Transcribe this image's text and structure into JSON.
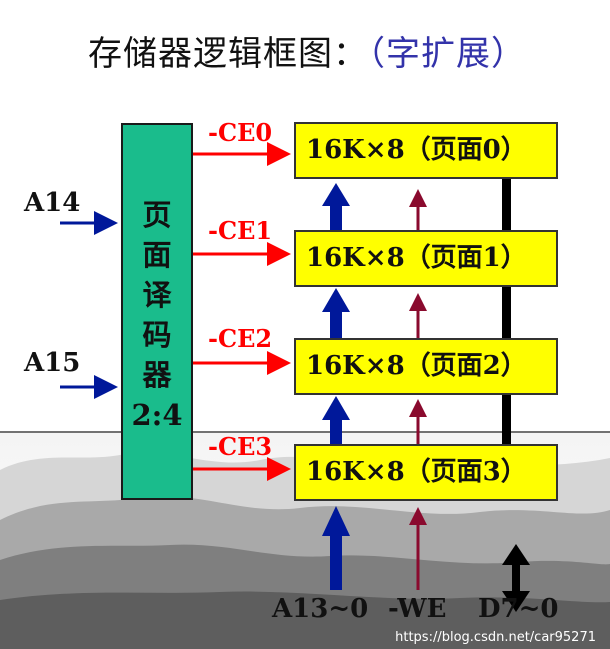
{
  "title": {
    "main": "存储器逻辑框图：",
    "accent": "（字扩展）"
  },
  "decoder": {
    "chars": [
      "页",
      "面",
      "译",
      "码",
      "器"
    ],
    "ratio": "2:4"
  },
  "inputs": [
    "A14",
    "A15"
  ],
  "chip_selects": [
    "-CE0",
    "-CE1",
    "-CE2",
    "-CE3"
  ],
  "chips": [
    "16K×8（页面0）",
    "16K×8（页面1）",
    "16K×8（页面2）",
    "16K×8（页面3）"
  ],
  "bottom_labels": {
    "address": "A13~0",
    "write_enable": "-WE",
    "data": "D7~0"
  },
  "watermark": "https://blog.csdn.net/car95271",
  "colors": {
    "decoder": "#1abc8c",
    "chip": "#ffff00",
    "chip_select": "#ff0000",
    "address_arrow": "#00189a",
    "we_arrow": "#8a0a2e",
    "data_bus": "#000000"
  }
}
